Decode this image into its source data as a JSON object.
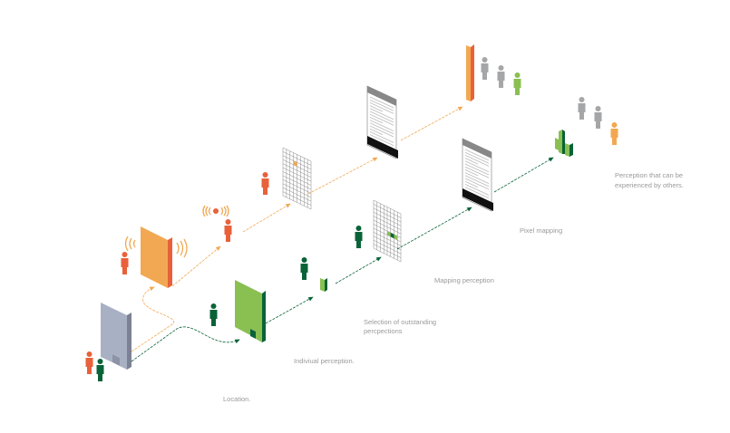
{
  "labels": {
    "location": "Location.",
    "individual": "Indiviual perception.",
    "selection_line1": "Selection of outstanding",
    "selection_line2": "percpections",
    "mapping": "Mapping perception",
    "pixel": "Pixel mapping",
    "others_line1": "Perception that can be",
    "others_line2": "experienced by others."
  },
  "colors": {
    "orange": "#e8613a",
    "light_orange": "#f2a852",
    "dark_green": "#0a6338",
    "light_green": "#8abf52",
    "gray": "#a5a6a8",
    "building": "#a8b0c4"
  }
}
